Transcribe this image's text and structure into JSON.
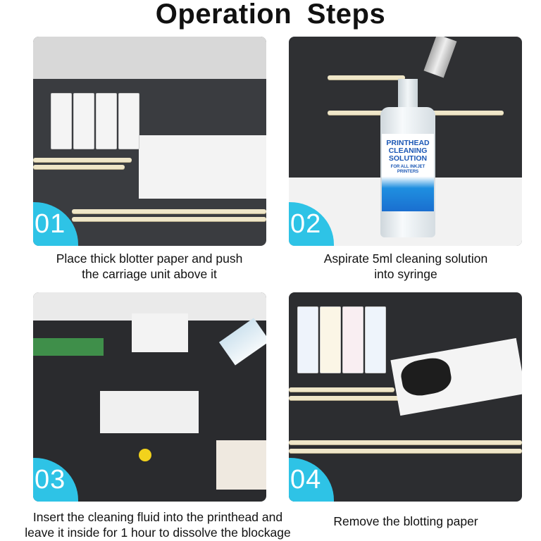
{
  "title": "Operation Steps",
  "accent_color": "#2ec3e6",
  "steps": [
    {
      "number": "01",
      "caption_lines": [
        "Place thick blotter paper and push",
        "the carriage unit above it"
      ]
    },
    {
      "number": "02",
      "caption_lines": [
        "Aspirate 5ml cleaning solution",
        "into syringe"
      ]
    },
    {
      "number": "03",
      "caption_lines": [
        "Insert the cleaning fluid into the printhead and",
        "leave it inside for 1 hour to dissolve the blockage"
      ]
    },
    {
      "number": "04",
      "caption_lines": [
        "Remove the blotting paper"
      ]
    }
  ],
  "bottle_label": {
    "line1": "PRINTHEAD",
    "line2": "CLEANING",
    "line3": "SOLUTION",
    "sub1": "FOR ALL INKJET",
    "sub2": "PRINTERS"
  }
}
